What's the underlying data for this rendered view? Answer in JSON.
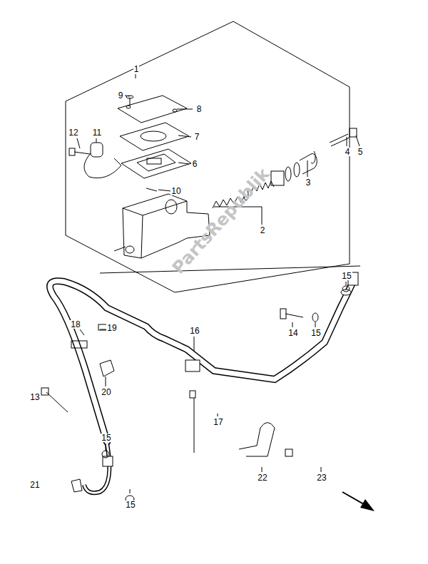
{
  "diagram": {
    "labels": [
      "1",
      "9",
      "8",
      "12",
      "11",
      "7",
      "6",
      "10",
      "2",
      "3",
      "4",
      "5",
      "15",
      "14",
      "15",
      "18",
      "19",
      "16",
      "20",
      "13",
      "17",
      "15",
      "21",
      "15",
      "22",
      "23",
      "PartsRepublik"
    ]
  }
}
